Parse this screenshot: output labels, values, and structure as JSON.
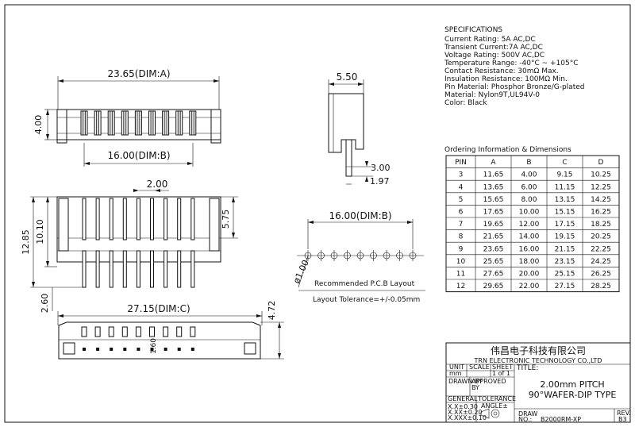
{
  "specifications": {
    "heading": "SPECIFICATIONS",
    "lines": [
      "Current Rating: 5A AC,DC",
      "Transient Current:7A AC,DC",
      "Voltage Rating: 500V AC,DC",
      "Temperature Range: -40°C ~ +105°C",
      "Contact Resistance: 30mΩ Max.",
      "Insulation Resistance: 100MΩ Min.",
      "Pin Material: Phosphor Bronze/G-plated",
      "Material: Nylon9T,UL94V-0",
      "Color: Black"
    ]
  },
  "ordering": {
    "heading": "Ordering Information & Dimensions",
    "columns": [
      "PIN",
      "A",
      "B",
      "C",
      "D"
    ],
    "rows": [
      [
        "3",
        "11.65",
        "4.00",
        "9.15",
        "10.25"
      ],
      [
        "4",
        "13.65",
        "6.00",
        "11.15",
        "12.25"
      ],
      [
        "5",
        "15.65",
        "8.00",
        "13.15",
        "14.25"
      ],
      [
        "6",
        "17.65",
        "10.00",
        "15.15",
        "16.25"
      ],
      [
        "7",
        "19.65",
        "12.00",
        "17.15",
        "18.25"
      ],
      [
        "8",
        "21.65",
        "14.00",
        "19.15",
        "20.25"
      ],
      [
        "9",
        "23.65",
        "16.00",
        "21.15",
        "22.25"
      ],
      [
        "10",
        "25.65",
        "18.00",
        "23.15",
        "24.25"
      ],
      [
        "11",
        "27.65",
        "20.00",
        "25.15",
        "26.25"
      ],
      [
        "12",
        "29.65",
        "22.00",
        "27.15",
        "28.25"
      ]
    ]
  },
  "dimensions": {
    "dim_a": "23.65(DIM:A)",
    "dim_b_top": "16.00(DIM:B)",
    "height_4": "4.00",
    "side_550": "5.50",
    "side_300": "3.00",
    "side_197": "1.97",
    "pitch_200": "2.00",
    "h_1285": "12.85",
    "h_1010": "10.10",
    "h_575": "5.75",
    "h_260": "2.60",
    "dim_c": "27.15(DIM:C)",
    "h_472": "4.72",
    "v_160": "1.60",
    "pcb_dim_b": "16.00(DIM:B)",
    "hole_dia": "ø1.00",
    "pcb_label": "Recommended P.C.B Layout",
    "tolerance_note": "Layout Tolerance=+/-0.05mm"
  },
  "title_block": {
    "company_cn": "伟昌电子科技有限公司",
    "company_en": "TRN ELECTRONIC TECHNOLOGY CO.,LTD",
    "unit_label": "UNIT",
    "scale_label": "SCALE",
    "sheet_label": "SHEET",
    "unit_value": "mm",
    "sheet_value": "1 of 1",
    "title_label": "TITLE:",
    "drawn_by": "DRAWN BY",
    "approved_by_1": "APPROVED",
    "approved_by_2": "BY",
    "title_line1": "2.00mm PITCH",
    "title_line2": "90°WAFER-DIP TYPE",
    "general": "GENERAL",
    "tolerance": "TOLERANCE",
    "tol_1": "X.X±0.30",
    "tol_2": "X.XX±0.20",
    "tol_3": "X.XXX±0.10",
    "angle": "ANGLE±",
    "draw_no_label_1": "DRAW",
    "draw_no_label_2": "NO.:",
    "draw_no": "B2000RM-XP",
    "rev_label": "REV.",
    "rev_value": "B3"
  }
}
